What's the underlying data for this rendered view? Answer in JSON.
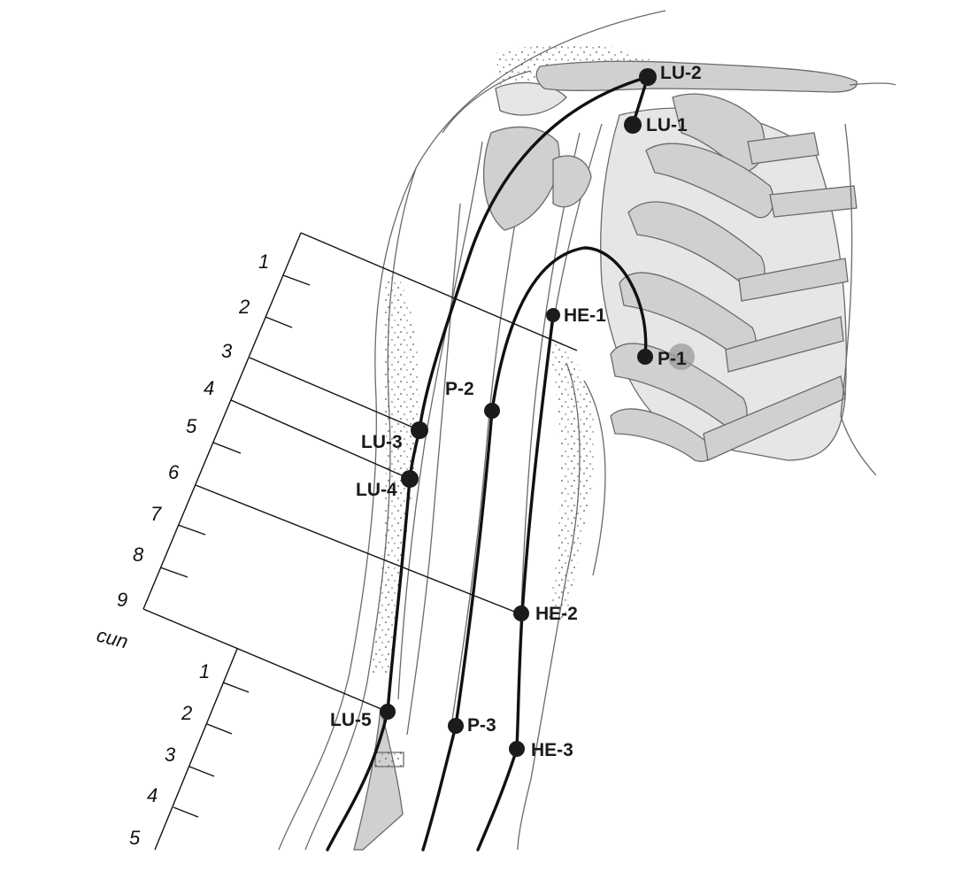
{
  "colors": {
    "bone": "#d0d0d0",
    "bone_light": "#e6e6e6",
    "outline": "#6a6a6a",
    "meridian": "#111111",
    "dot": "#1b1b1b",
    "highlight": "#9a9a9a",
    "stipple": "#555555"
  },
  "labels": {
    "lu2": "LU-2",
    "lu1": "LU-1",
    "he1": "HE-1",
    "p1": "P-1",
    "p2": "P-2",
    "lu3": "LU-3",
    "lu4": "LU-4",
    "he2": "HE-2",
    "lu5": "LU-5",
    "p3": "P-3",
    "he3": "HE-3"
  },
  "upper_scale": {
    "ticks": [
      "1",
      "2",
      "3",
      "4",
      "5",
      "6",
      "7",
      "8",
      "9"
    ],
    "unit": "cun"
  },
  "lower_scale": {
    "ticks": [
      "1",
      "2",
      "3",
      "4",
      "5"
    ]
  }
}
